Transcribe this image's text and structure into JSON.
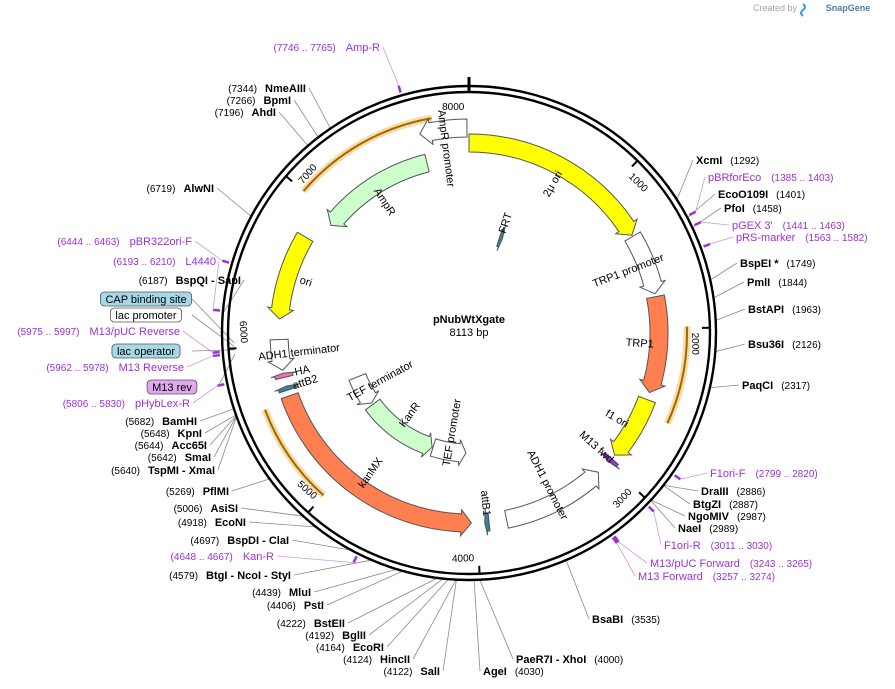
{
  "brand": {
    "created_by": "Created by",
    "name": "SnapGene"
  },
  "map": {
    "name": "pNubWtXgate",
    "length_label": "8113 bp",
    "length": 8113
  },
  "ticks": [
    {
      "pos": 0,
      "label": "8000"
    },
    {
      "pos": 1000,
      "label": "1000"
    },
    {
      "pos": 2000,
      "label": "2000"
    },
    {
      "pos": 3000,
      "label": "3000"
    },
    {
      "pos": 4000,
      "label": "4000"
    },
    {
      "pos": 5000,
      "label": "5000"
    },
    {
      "pos": 6000,
      "label": "6000"
    },
    {
      "pos": 7000,
      "label": "7000"
    }
  ],
  "features": [
    {
      "name": "2μ ori",
      "start": 0,
      "end": 1330,
      "color": "#ffff00"
    },
    {
      "name": "FRT",
      "start": 400,
      "end": 440,
      "color": "#31849b"
    },
    {
      "name": "TRP1 promoter",
      "start": 1340,
      "end": 1760,
      "color": "#ffffff"
    },
    {
      "name": "TRP1",
      "start": 1780,
      "end": 2440,
      "color": "#ff7f50"
    },
    {
      "name": "f1 ori",
      "start": 2490,
      "end": 2930,
      "color": "#ffff00"
    },
    {
      "name": "M13 fwd",
      "start": 2960,
      "end": 2990,
      "color": "#9b30d9"
    },
    {
      "name": "ADH1 promoter",
      "start": 3090,
      "end": 3800,
      "color": "#ffffff"
    },
    {
      "name": "attB1",
      "start": 3920,
      "end": 3950,
      "color": "#31849b"
    },
    {
      "name": "kanMX",
      "start": 4040,
      "end": 5650,
      "color": "#ff7f50"
    },
    {
      "name": "TEF promoter",
      "start": 4090,
      "end": 4450,
      "color": "#ffffff"
    },
    {
      "name": "KanR",
      "start": 4460,
      "end": 5260,
      "color": "#ccffcc"
    },
    {
      "name": "TEF terminator",
      "start": 5280,
      "end": 5600,
      "color": "#ffffff"
    },
    {
      "name": "attB2",
      "start": 5690,
      "end": 5720,
      "color": "#31849b"
    },
    {
      "name": "HA",
      "start": 5780,
      "end": 5810,
      "color": "#ff69b4"
    },
    {
      "name": "ADH1 terminator",
      "start": 5830,
      "end": 6040,
      "color": "#ffffff"
    },
    {
      "name": "ori",
      "start": 6180,
      "end": 6770,
      "color": "#ffff00"
    },
    {
      "name": "AmpR",
      "start": 6940,
      "end": 7800,
      "color": "#ccffcc"
    },
    {
      "name": "AmpR promoter",
      "start": 7800,
      "end": 8100,
      "color": "#ffffff"
    }
  ],
  "orfs": [
    {
      "start": 1990,
      "end": 2580
    },
    {
      "start": 5000,
      "end": 5620
    },
    {
      "start": 7000,
      "end": 7890
    }
  ],
  "primers": [
    {
      "label": "Amp-R",
      "coords": "(7746 .. 7765)"
    },
    {
      "label": "pBRforEco",
      "coords": "(1385 .. 1403)"
    },
    {
      "label": "pGEX 3'",
      "coords": "(1441 .. 1463)"
    },
    {
      "label": "pRS-marker",
      "coords": "(1563 .. 1582)"
    },
    {
      "label": "F1ori-F",
      "coords": "(2799 .. 2820)"
    },
    {
      "label": "F1ori-R",
      "coords": "(3011 .. 3030)"
    },
    {
      "label": "M13/pUC Forward",
      "coords": "(3243 .. 3265)"
    },
    {
      "label": "M13 Forward",
      "coords": "(3257 .. 3274)"
    },
    {
      "label": "Kan-R",
      "coords": "(4648 .. 4667)"
    },
    {
      "label": "pHybLex-R",
      "coords": "(5806 .. 5830)"
    },
    {
      "label": "M13 Reverse",
      "coords": "(5962 .. 5978)"
    },
    {
      "label": "M13/pUC Reverse",
      "coords": "(5975 .. 5997)"
    },
    {
      "label": "L4440",
      "coords": "(6193 .. 6210)"
    },
    {
      "label": "pBR322ori-F",
      "coords": "(6444 .. 6463)"
    }
  ],
  "enzymes": [
    {
      "name": "XcmI",
      "pos": "(1292)"
    },
    {
      "name": "EcoO109I",
      "pos": "(1401)"
    },
    {
      "name": "PfoI",
      "pos": "(1458)"
    },
    {
      "name": "BspEI *",
      "pos": "(1749)"
    },
    {
      "name": "PmlI",
      "pos": "(1844)"
    },
    {
      "name": "BstAPI",
      "pos": "(1963)"
    },
    {
      "name": "Bsu36I",
      "pos": "(2126)"
    },
    {
      "name": "PaqCI",
      "pos": "(2317)"
    },
    {
      "name": "DraIII",
      "pos": "(2886)"
    },
    {
      "name": "BtgZI",
      "pos": "(2887)"
    },
    {
      "name": "NgoMIV",
      "pos": "(2987)"
    },
    {
      "name": "NaeI",
      "pos": "(2989)"
    },
    {
      "name": "BsaBI",
      "pos": "(3535)"
    },
    {
      "name": "PaeR7I - XhoI",
      "pos": "(4000)"
    },
    {
      "name": "AgeI",
      "pos": "(4030)"
    },
    {
      "name": "SalI",
      "pos": "(4122)"
    },
    {
      "name": "HincII",
      "pos": "(4124)"
    },
    {
      "name": "EcoRI",
      "pos": "(4164)"
    },
    {
      "name": "BglII",
      "pos": "(4192)"
    },
    {
      "name": "BstEII",
      "pos": "(4222)"
    },
    {
      "name": "PstI",
      "pos": "(4406)"
    },
    {
      "name": "MluI",
      "pos": "(4439)"
    },
    {
      "name": "BtgI - NcoI - StyI",
      "pos": "(4579)"
    },
    {
      "name": "BspDI - ClaI",
      "pos": "(4697)"
    },
    {
      "name": "EcoNI",
      "pos": "(4918)"
    },
    {
      "name": "AsiSI",
      "pos": "(5006)"
    },
    {
      "name": "PflMI",
      "pos": "(5269)"
    },
    {
      "name": "TspMI - XmaI",
      "pos": "(5640)"
    },
    {
      "name": "SmaI",
      "pos": "(5642)"
    },
    {
      "name": "Acc65I",
      "pos": "(5644)"
    },
    {
      "name": "KpnI",
      "pos": "(5648)"
    },
    {
      "name": "BamHI",
      "pos": "(5682)"
    },
    {
      "name": "BspQI - SapI",
      "pos": "(6187)"
    },
    {
      "name": "AlwNI",
      "pos": "(6719)"
    },
    {
      "name": "AhdI",
      "pos": "(7196)"
    },
    {
      "name": "BpmI",
      "pos": "(7266)"
    },
    {
      "name": "NmeAIII",
      "pos": "(7344)"
    }
  ],
  "boxed_labels": [
    {
      "text": "CAP binding site",
      "fill": "#a6d8e6"
    },
    {
      "text": "lac promoter",
      "fill": "#ffffff"
    },
    {
      "text": "lac operator",
      "fill": "#a6d8e6"
    },
    {
      "text": "M13 rev",
      "fill": "#e0a8f0"
    }
  ]
}
